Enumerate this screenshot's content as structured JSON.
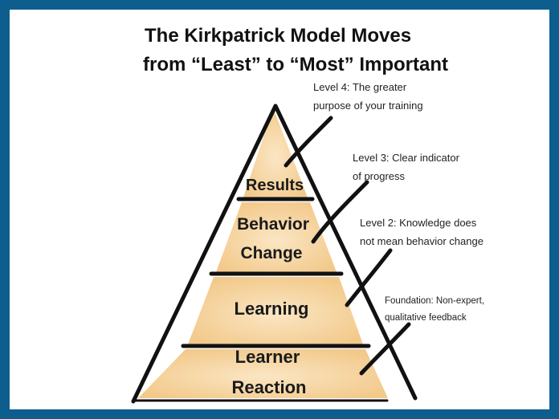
{
  "title": {
    "line1": "The Kirkpatrick Model Moves",
    "line2": "from “Least” to “Most” Important"
  },
  "levels": [
    {
      "name": "results",
      "label_lines": [
        "Results"
      ]
    },
    {
      "name": "behavior",
      "label_lines": [
        "Behavior",
        "Change"
      ]
    },
    {
      "name": "learning",
      "label_lines": [
        "Learning"
      ]
    },
    {
      "name": "reaction",
      "label_lines": [
        "Learner",
        "Reaction"
      ]
    }
  ],
  "annotations": [
    {
      "name": "level-4",
      "lines": [
        "Level 4: The greater",
        "purpose of your training"
      ]
    },
    {
      "name": "level-3",
      "lines": [
        "Level 3: Clear indicator",
        "of progress"
      ]
    },
    {
      "name": "level-2",
      "lines": [
        "Level 2: Knowledge does",
        "not mean behavior change"
      ]
    },
    {
      "name": "foundation",
      "lines": [
        "Foundation: Non-expert,",
        "qualitative feedback"
      ]
    }
  ],
  "colors": {
    "frame": "#0d5e8f",
    "fill": "#f2c98a",
    "fill_light": "#fbe6c4",
    "outline": "#111111"
  }
}
